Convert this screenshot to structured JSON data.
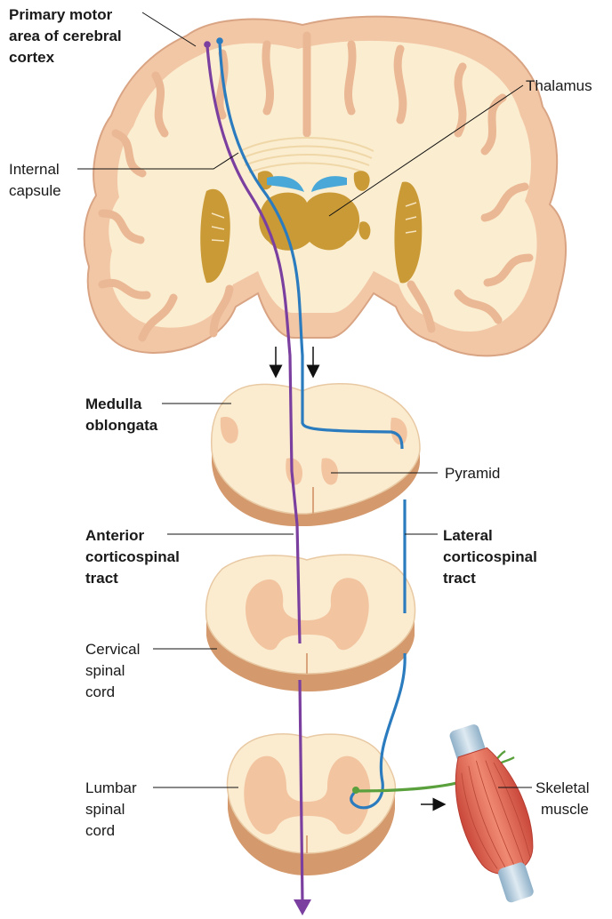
{
  "labels": {
    "primary_motor": [
      "Primary motor",
      "area of cerebral",
      "cortex"
    ],
    "thalamus": [
      "Thalamus"
    ],
    "internal_capsule": [
      "Internal",
      "capsule"
    ],
    "medulla": [
      "Medulla",
      "oblongata"
    ],
    "pyramid": [
      "Pyramid"
    ],
    "anterior_tract": [
      "Anterior",
      "corticospinal",
      "tract"
    ],
    "lateral_tract": [
      "Lateral",
      "corticospinal",
      "tract"
    ],
    "cervical": [
      "Cervical",
      "spinal",
      "cord"
    ],
    "lumbar": [
      "Lumbar",
      "spinal",
      "cord"
    ],
    "skeletal_muscle": [
      "Skeletal",
      "muscle"
    ]
  },
  "colors": {
    "anterior_pathway": "#7b3fa0",
    "lateral_pathway": "#2b7bbf",
    "motor_nerve": "#5aa03c",
    "white_matter": "#fbeccb",
    "gray_matter": "#f2c4a0",
    "cortex_outline": "#e9b595",
    "basal_ganglia": "#c8962e",
    "ventricle": "#4aa8d8",
    "muscle": "#e46a55"
  }
}
